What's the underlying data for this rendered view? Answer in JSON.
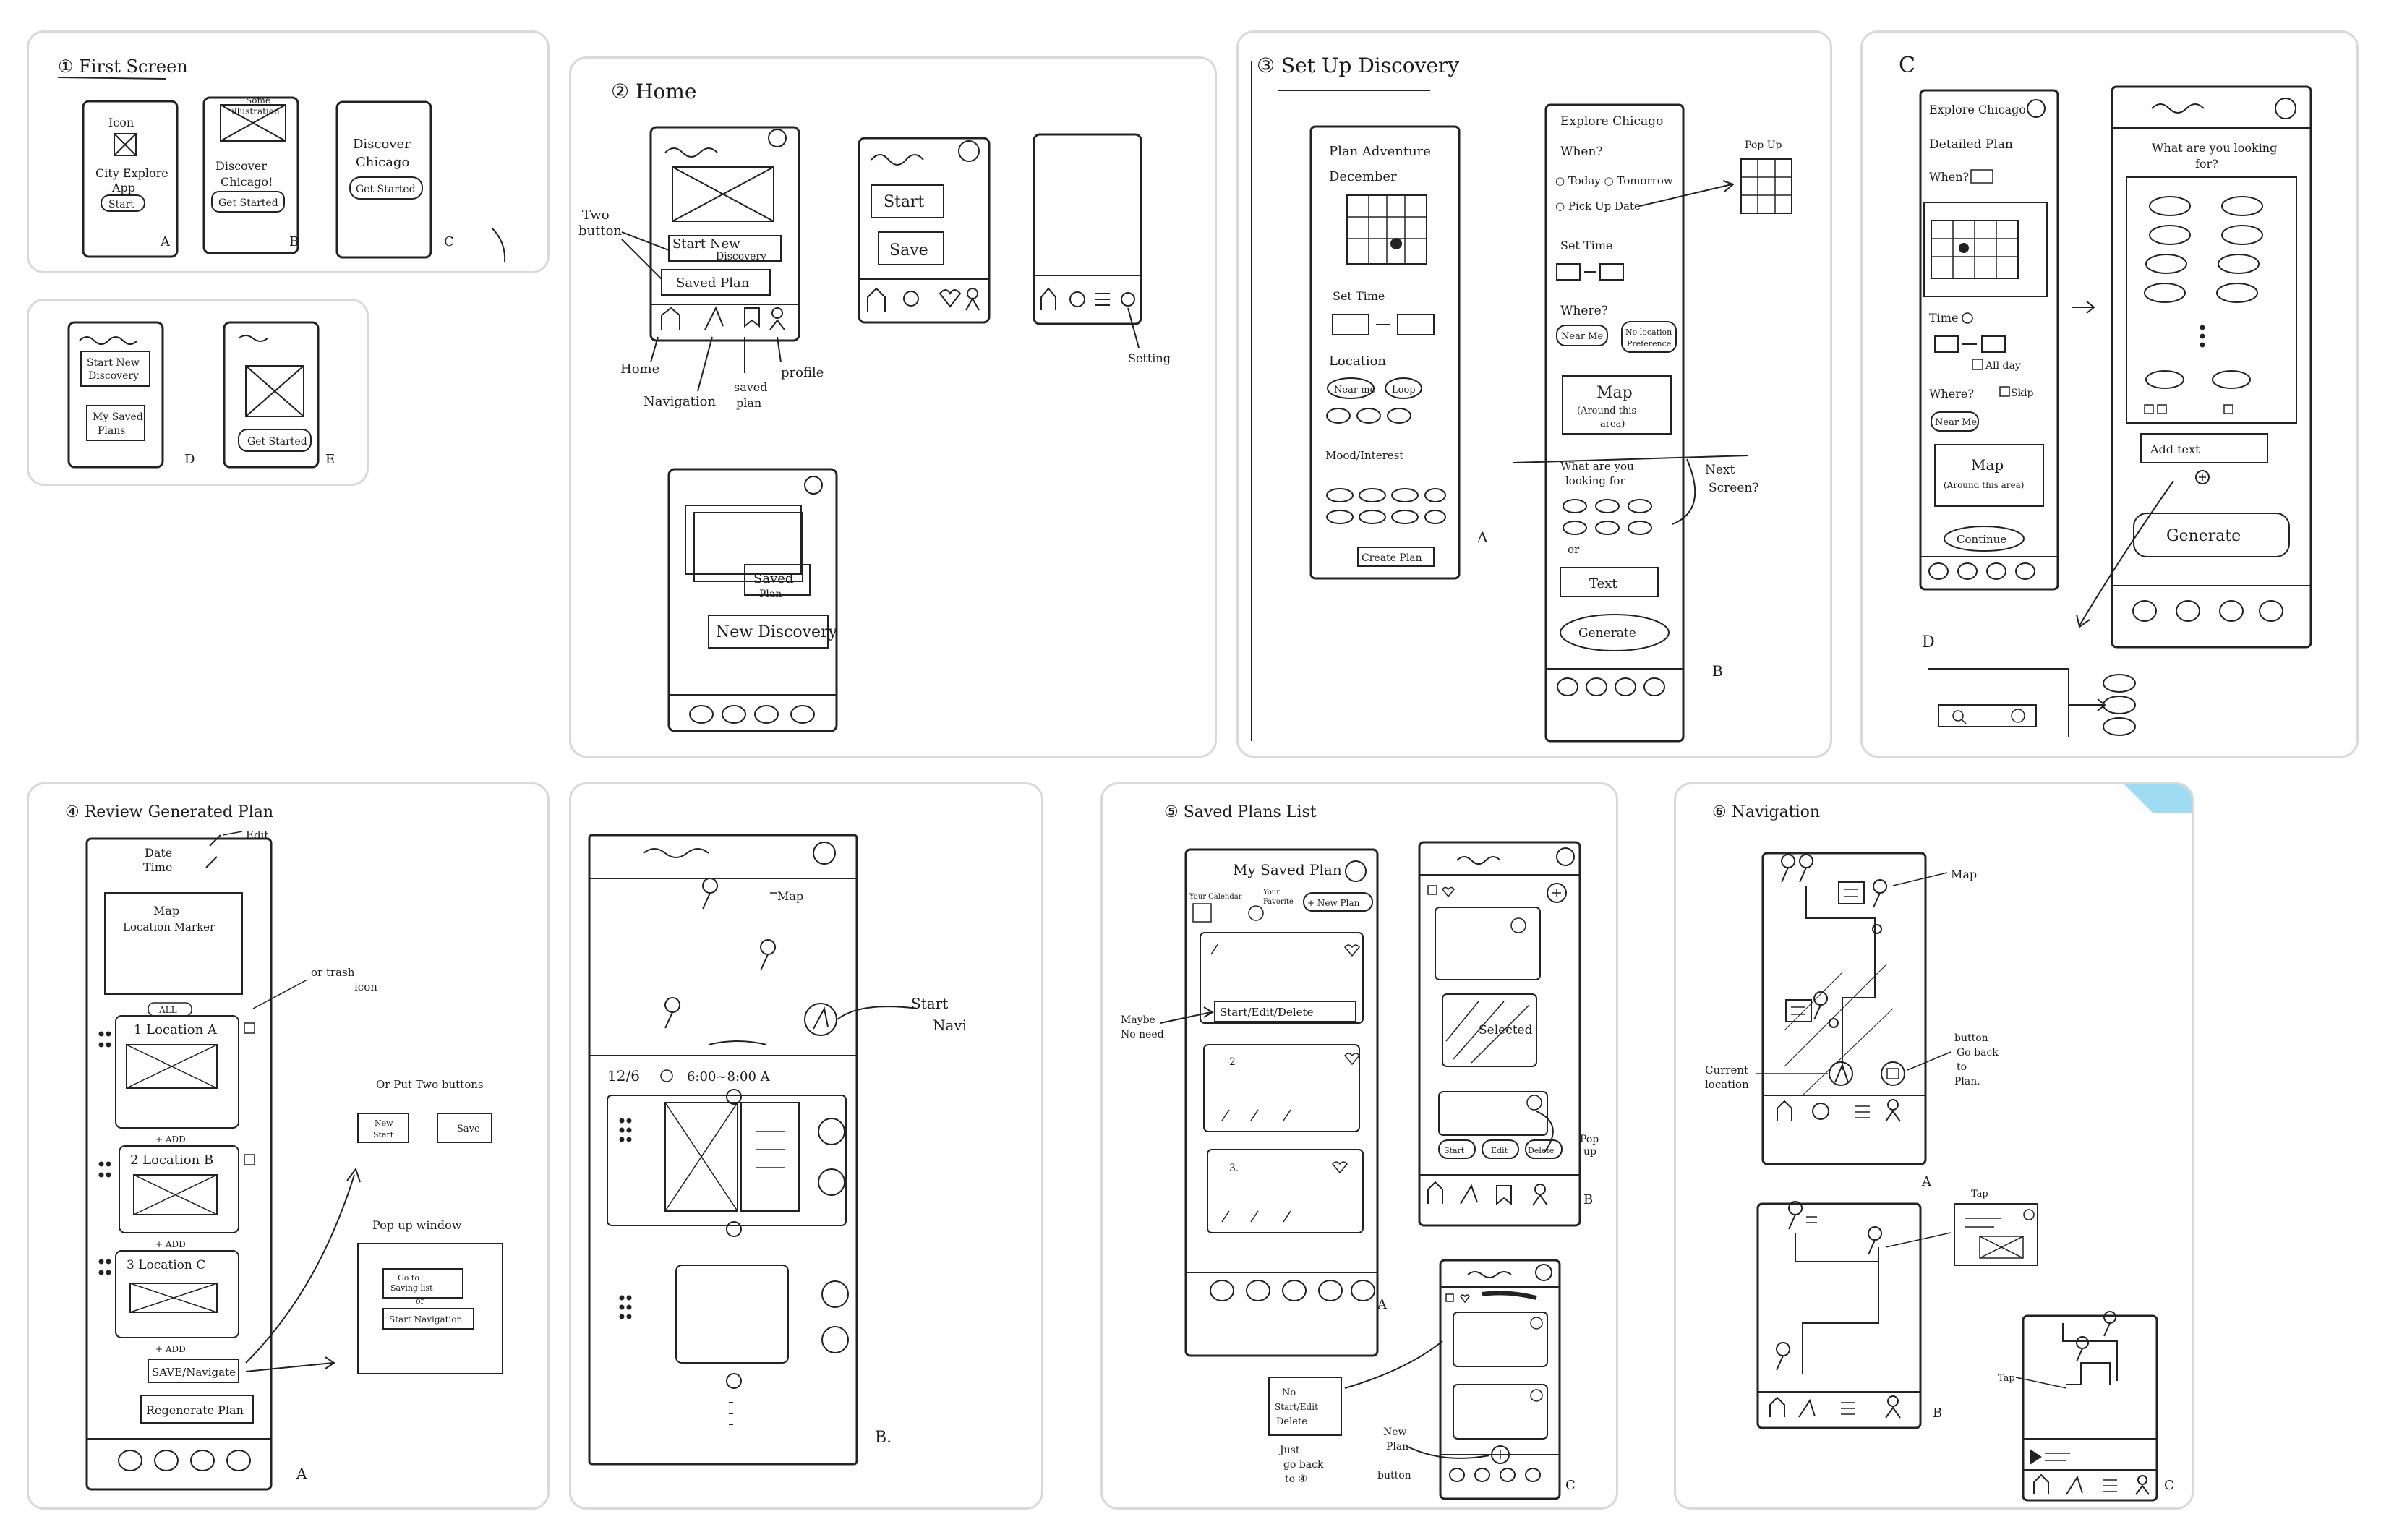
{
  "s1": {
    "heading": "① First Screen",
    "a": {
      "icon": "Icon",
      "title1": "City Explore",
      "title2": "App",
      "btn": "Start",
      "letter": "A"
    },
    "b": {
      "note1": "Some",
      "note2": "illustration",
      "title1": "Discover",
      "title2": "Chicago!",
      "btn": "Get Started",
      "letter": "B"
    },
    "c": {
      "title1": "Discover",
      "title2": "Chicago",
      "btn": "Get Started",
      "letter": "C"
    },
    "d": {
      "btn1a": "Start New",
      "btn1b": "Discovery",
      "btn2a": "My Saved",
      "btn2b": "Plans",
      "letter": "D"
    },
    "e": {
      "btn": "Get Started",
      "letter": "E"
    }
  },
  "s2": {
    "heading": "② Home",
    "two_btn1": "Two",
    "two_btn2": "button",
    "start_new1": "Start New",
    "start_new2": "Discovery",
    "saved_plan": "Saved Plan",
    "home": "Home",
    "navigation": "Navigation",
    "saved1": "saved",
    "saved2": "plan",
    "profile": "profile",
    "start": "Start",
    "save": "Save",
    "setting": "Setting",
    "saved_bl1": "Saved",
    "saved_bl2": "Plan",
    "new_discovery": "New Discovery"
  },
  "s3": {
    "heading": "③ Set Up Discovery",
    "a": {
      "plan_adventure": "Plan Adventure",
      "december": "December",
      "set_time": "Set Time",
      "location": "Location",
      "near_me": "Near me",
      "loop": "Loop",
      "mood": "Mood/Interest",
      "create_plan": "Create Plan",
      "letter": "A"
    },
    "b": {
      "explore": "Explore Chicago",
      "when": "When?",
      "today": "Today",
      "tomorrow": "Tomorrow",
      "pick_date": "Pick Up Date",
      "set_time": "Set Time",
      "where": "Where?",
      "near_me": "Near Me",
      "no_loc1": "No location",
      "no_loc2": "Preference",
      "map1": "Map",
      "map2": "(Around this",
      "map3": "area)",
      "looking1": "What are you",
      "looking2": "looking for",
      "or": "or",
      "text": "Text",
      "generate": "Generate",
      "letter": "B"
    },
    "pop_up": "Pop Up",
    "next1": "Next",
    "next2": "Screen?"
  },
  "s3c": {
    "heading": "C",
    "explore": "Explore Chicago",
    "detailed": "Detailed Plan",
    "when": "When?",
    "time": "Time",
    "all_day": "All day",
    "where": "Where?",
    "skip": "Skip",
    "near_me": "Near Me",
    "map1": "Map",
    "map2": "(Around this area)",
    "continue": "Continue",
    "looking1": "What are you looking",
    "looking2": "for?",
    "add_text": "Add text",
    "generate": "Generate",
    "d": "D"
  },
  "s4": {
    "heading": "④ Review Generated Plan",
    "date": "Date",
    "time": "Time",
    "edit": "Edit",
    "map1": "Map",
    "map2": "Location Marker",
    "or_trash1": "or trash",
    "or_trash2": "icon",
    "all": "ALL",
    "loc_a": "1 Location A",
    "loc_b": "2 Location B",
    "loc_c": "3 Location C",
    "add": "+ ADD",
    "or_two": "Or Put Two buttons",
    "new_start1": "New",
    "new_start2": "Start",
    "save": "Save",
    "popup": "Pop up window",
    "goto1": "Go to",
    "goto2": "Saving list",
    "goto_or": "or",
    "start_nav": "Start Navigation",
    "save_nav": "SAVE/Navigate",
    "regen": "Regenerate Plan",
    "letter": "A"
  },
  "s4b": {
    "map": "Map",
    "start_navi1": "Start",
    "start_navi2": "Navi",
    "date": "12/6",
    "time": "6:00~8:00 A",
    "letter": "B."
  },
  "s5": {
    "heading": "⑤ Saved Plans List",
    "my_saved": "My Saved Plan",
    "calendar1": "Your Calendar",
    "favor1": "Your",
    "favor2": "Favorite",
    "new_plan": "+ New Plan",
    "maybe1": "Maybe",
    "maybe2": "No need",
    "start_edit": "Start/Edit/Delete",
    "n2": "2",
    "n3": "3.",
    "letter_a": "A",
    "selected": "Selected",
    "start": "Start",
    "edit": "Edit",
    "delete": "Delete",
    "pop_up1": "Pop",
    "pop_up2": "up",
    "letter_b": "B",
    "no1": "No",
    "no2": "Start/Edit",
    "no3": "Delete",
    "just1": "Just",
    "just2": "go back",
    "just3": "to ④",
    "new_plan1": "New",
    "new_plan2": "Plan",
    "new_plan3": "button",
    "letter_c": "C"
  },
  "s6": {
    "heading": "⑥ Navigation",
    "map": "Map",
    "current1": "Current",
    "current2": "location",
    "button1": "button",
    "button2": "Go back",
    "button3": "to",
    "button4": "Plan.",
    "tap": "Tap",
    "letter_a": "A",
    "letter_b": "B",
    "letter_c": "C"
  }
}
